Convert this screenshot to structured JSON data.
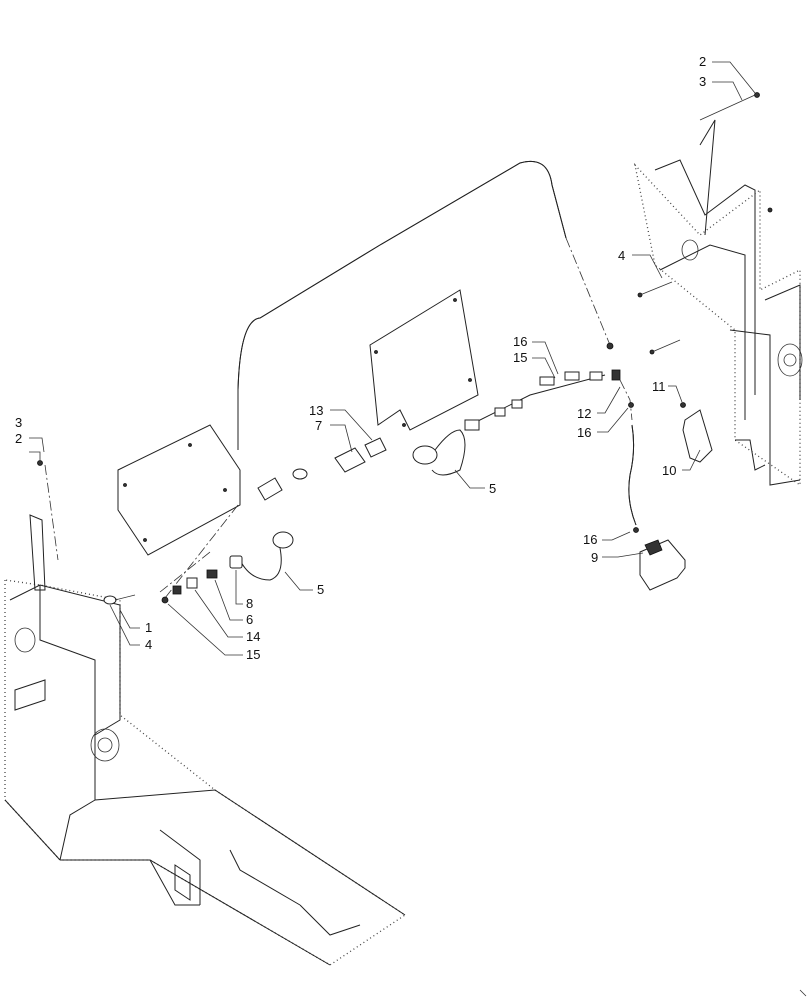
{
  "diagram": {
    "callouts": [
      {
        "id": "c-2-top",
        "text": "2"
      },
      {
        "id": "c-3-top",
        "text": "3"
      },
      {
        "id": "c-4-right",
        "text": "4"
      },
      {
        "id": "c-3-left",
        "text": "3"
      },
      {
        "id": "c-2-left",
        "text": "2"
      },
      {
        "id": "c-13",
        "text": "13"
      },
      {
        "id": "c-7",
        "text": "7"
      },
      {
        "id": "c-16-a",
        "text": "16"
      },
      {
        "id": "c-15-a",
        "text": "15"
      },
      {
        "id": "c-12",
        "text": "12"
      },
      {
        "id": "c-16-b",
        "text": "16"
      },
      {
        "id": "c-11",
        "text": "11"
      },
      {
        "id": "c-10",
        "text": "10"
      },
      {
        "id": "c-5-a",
        "text": "5"
      },
      {
        "id": "c-16-c",
        "text": "16"
      },
      {
        "id": "c-9",
        "text": "9"
      },
      {
        "id": "c-5-b",
        "text": "5"
      },
      {
        "id": "c-8",
        "text": "8"
      },
      {
        "id": "c-1",
        "text": "1"
      },
      {
        "id": "c-6",
        "text": "6"
      },
      {
        "id": "c-4-left",
        "text": "4"
      },
      {
        "id": "c-14",
        "text": "14"
      },
      {
        "id": "c-15-b",
        "text": "15"
      }
    ]
  }
}
